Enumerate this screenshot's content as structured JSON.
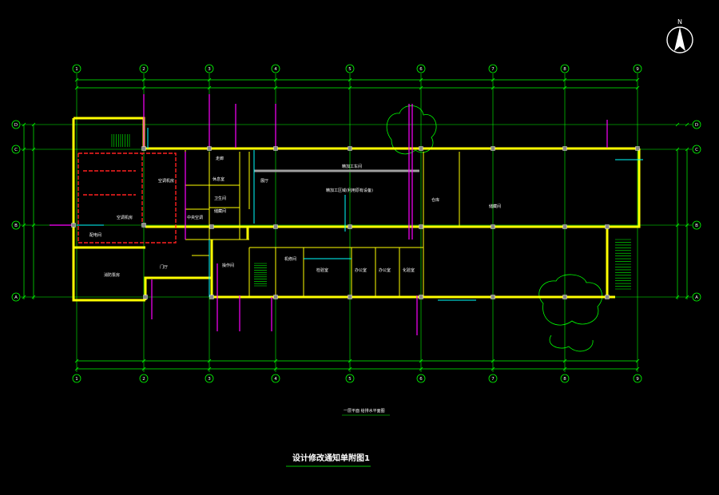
{
  "colors": {
    "background": "#000000",
    "wall": "#ffff00",
    "grid": "#00ff00",
    "pipe_red": "#ff2020",
    "pipe_magenta": "#ff00ff",
    "pipe_cyan": "#00ffff",
    "text": "#ffffff",
    "white": "#ffffff"
  },
  "north_arrow": {
    "label": "N",
    "icon": "north-arrow-icon"
  },
  "axes": {
    "columns": [
      "1",
      "2",
      "3",
      "4",
      "5",
      "6",
      "7",
      "8",
      "9"
    ],
    "rows": [
      "D",
      "C",
      "B",
      "A"
    ]
  },
  "rooms": [
    {
      "id": "r1",
      "label": "空调机房"
    },
    {
      "id": "r2",
      "label": "空调机房"
    },
    {
      "id": "r3",
      "label": "配电间"
    },
    {
      "id": "r4",
      "label": "消防泵房"
    },
    {
      "id": "r5",
      "label": "门厅"
    },
    {
      "id": "r6",
      "label": "走廊"
    },
    {
      "id": "r7",
      "label": "休息室"
    },
    {
      "id": "r8",
      "label": "中央空调"
    },
    {
      "id": "r9",
      "label": "卫生间"
    },
    {
      "id": "r10",
      "label": "储藏间"
    },
    {
      "id": "r11",
      "label": "操作间"
    },
    {
      "id": "r12",
      "label": "展厅"
    },
    {
      "id": "r13",
      "label": "精加工区域(利用原有设备)"
    },
    {
      "id": "r14",
      "label": "储藏间"
    },
    {
      "id": "r15",
      "label": "仓库"
    },
    {
      "id": "r16",
      "label": "精加工车间"
    },
    {
      "id": "r17",
      "label": "检验室"
    },
    {
      "id": "r18",
      "label": "办公室"
    },
    {
      "id": "r19",
      "label": "办公室"
    },
    {
      "id": "r20",
      "label": "化验室"
    },
    {
      "id": "r21",
      "label": "机修间"
    }
  ],
  "drawing_title": "一层平面  给排水平面图",
  "sheet_title": "设计修改通知单附图1"
}
